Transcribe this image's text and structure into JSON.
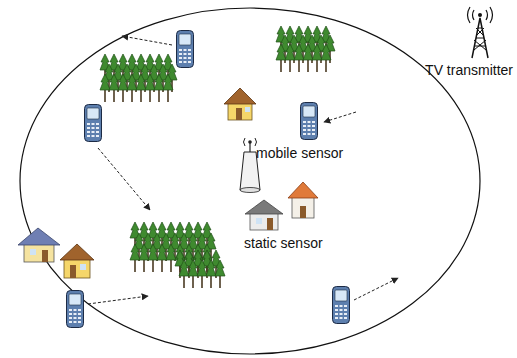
{
  "diagram": {
    "labels": [
      "TV transmitter",
      "mobile sensor",
      "static sensor"
    ]
  }
}
